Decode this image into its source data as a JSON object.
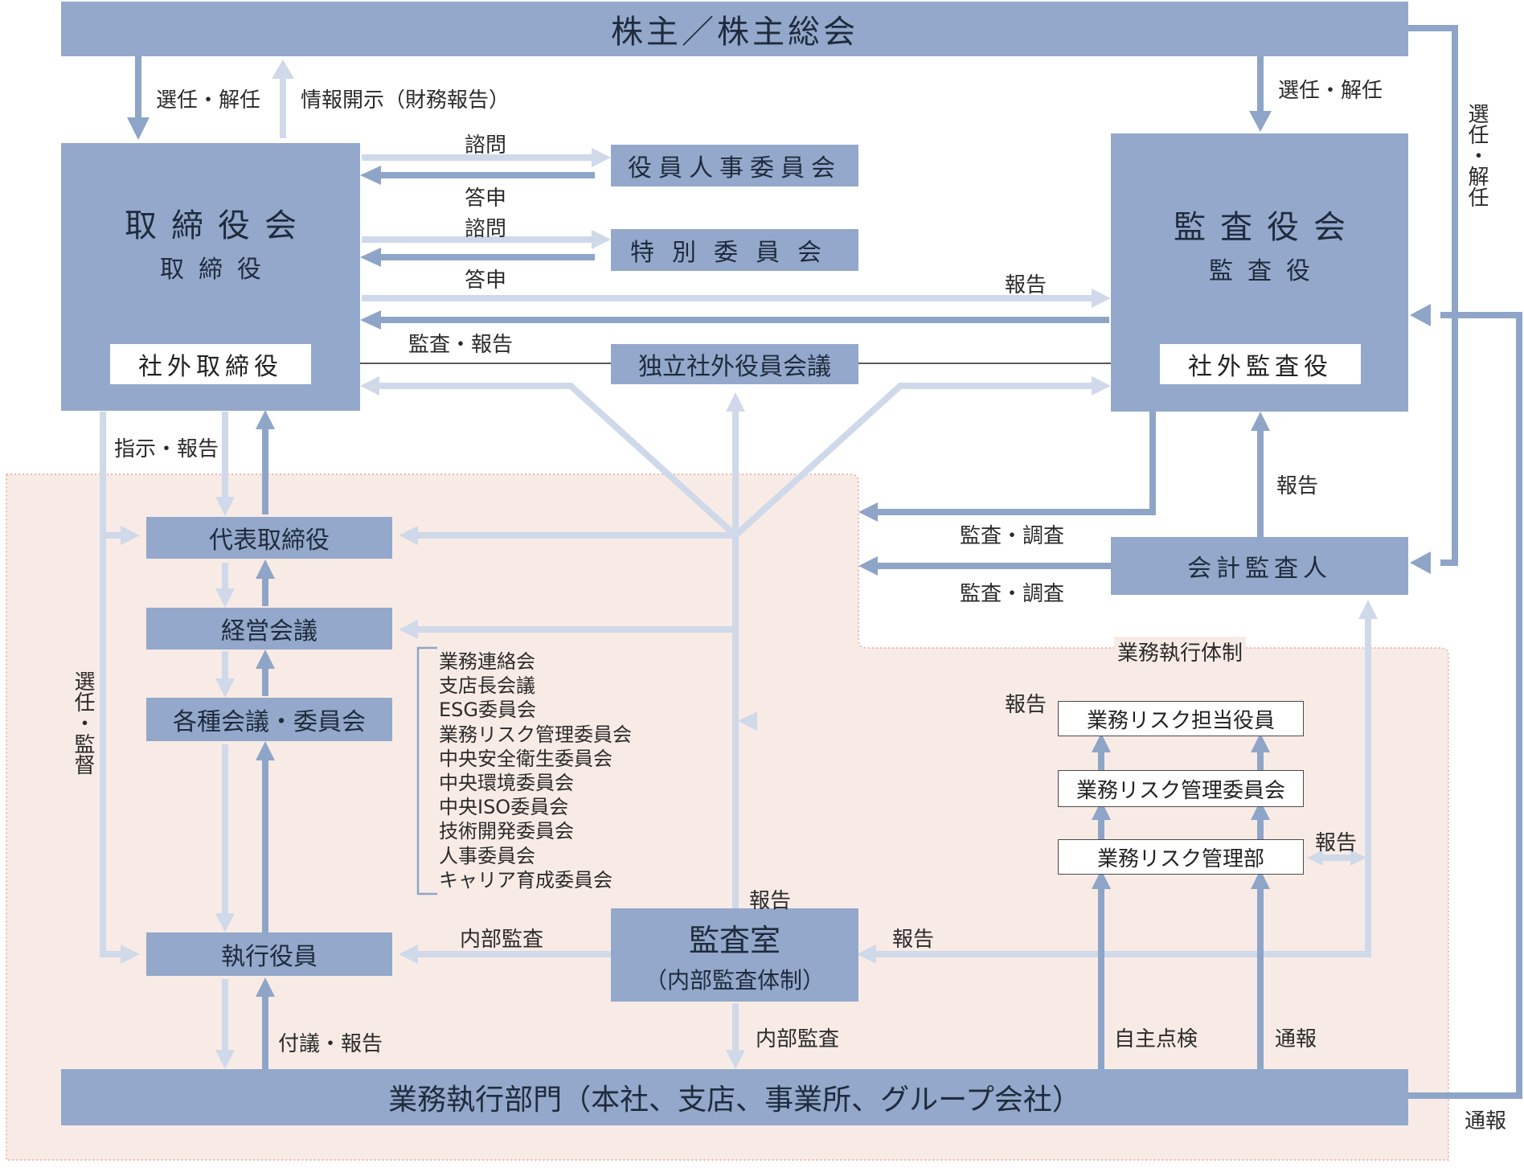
{
  "colors": {
    "box": "#93a8ca",
    "arrow_dark": "#8ea5c8",
    "arrow_light": "#cfd9e9",
    "zone_fill": "#f8ebe6",
    "zone_border": "#e4a79b"
  },
  "shareholders": "株主／株主総会",
  "board": {
    "title": "取締役会",
    "sub": "取締役",
    "outside": "社外取締役"
  },
  "auditors": {
    "title": "監査役会",
    "sub": "監査役",
    "outside": "社外監査役"
  },
  "committees": {
    "nomination": "役員人事委員会",
    "special": "特別委員会",
    "independent": "独立社外役員会議"
  },
  "president": "代表取締役",
  "management_meeting": "経営会議",
  "meetings": "各種会議・委員会",
  "meeting_list": [
    "業務連絡会",
    "支店長会議",
    "ESG委員会",
    "業務リスク管理委員会",
    "中央安全衛生委員会",
    "中央環境委員会",
    "中央ISO委員会",
    "技術開発委員会",
    "人事委員会",
    "キャリア育成委員会"
  ],
  "officers": "執行役員",
  "audit_office": {
    "title": "監査室",
    "sub": "（内部監査体制）"
  },
  "accounting_auditor": "会計監査人",
  "business_units": "業務執行部門（本社、支店、事業所、グループ会社）",
  "zone_label": "業務執行体制",
  "risk": {
    "officer": "業務リスク担当役員",
    "committee": "業務リスク管理委員会",
    "department": "業務リスク管理部"
  },
  "labels": {
    "elect_dismiss": "選任・解任",
    "disclosure": "情報開示（財務報告）",
    "consult": "諮問",
    "reply": "答申",
    "report": "報告",
    "audit_report": "監査・報告",
    "instruct_report": "指示・報告",
    "audit_investigate": "監査・調査",
    "elect_supervise": "選任・監督",
    "internal_audit": "内部監査",
    "propose_report": "付議・報告",
    "self_inspection": "自主点検",
    "whistleblow": "通報"
  }
}
